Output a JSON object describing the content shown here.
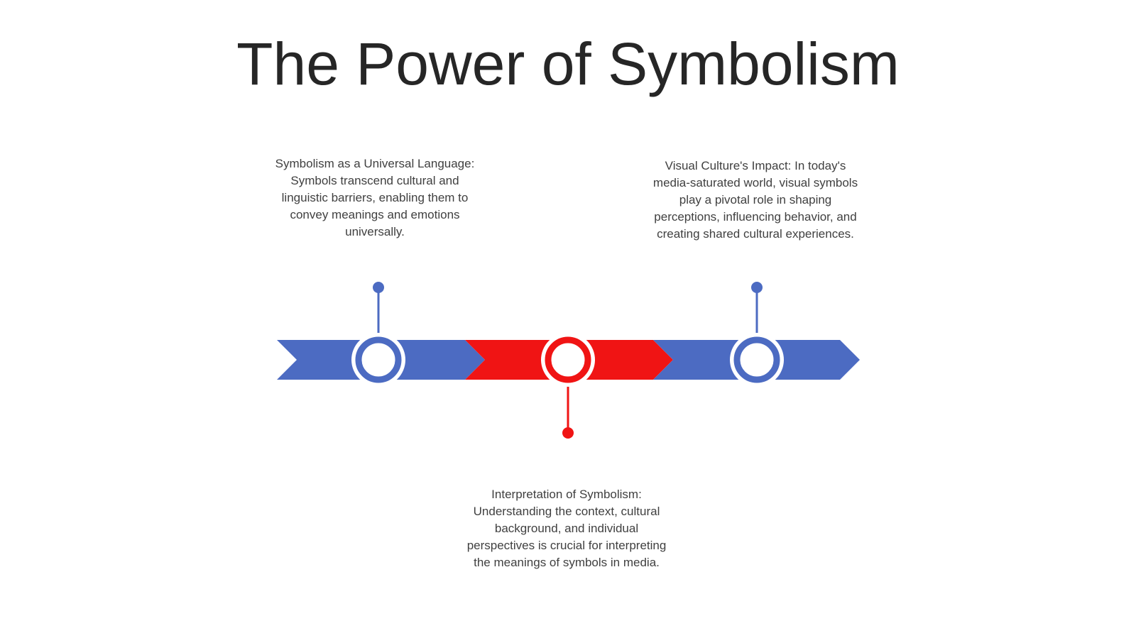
{
  "title": "The Power of Symbolism",
  "colors": {
    "blue": "#4c6bc2",
    "red": "#f01414",
    "text": "#404040",
    "title": "#262626"
  },
  "milestones": [
    {
      "text": "Symbolism as a Universal Language: Symbols transcend cultural and linguistic barriers, enabling them to convey meanings and emotions universally.",
      "color": "blue",
      "position": "above"
    },
    {
      "text": "Interpretation of Symbolism: Understanding the context, cultural background, and individual perspectives is crucial for interpreting the meanings of symbols in media.",
      "color": "red",
      "position": "below"
    },
    {
      "text": "Visual Culture's Impact: In today's media-saturated world, visual symbols play a pivotal role in shaping perceptions, influencing behavior, and creating shared cultural experiences.",
      "color": "blue",
      "position": "above"
    }
  ]
}
